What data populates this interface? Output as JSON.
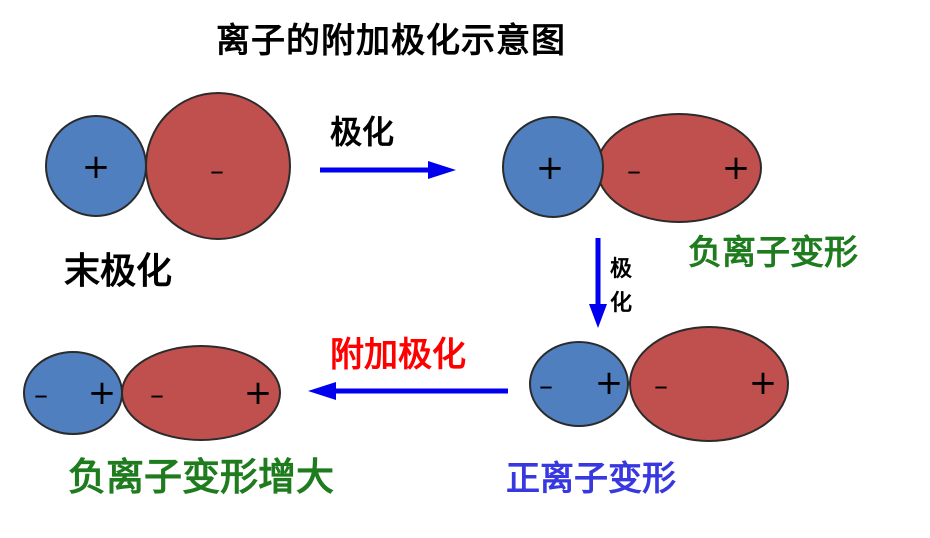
{
  "title": "离子的附加极化示意图",
  "labels": {
    "unpolarized": "末极化",
    "polarization_horizontal": "极化",
    "polarization_vertical": "极化",
    "anion_deformation": "负离子变形",
    "cation_deformation": "正离子变形",
    "additional_polarization": "附加极化",
    "anion_deformation_increased": "负离子变形增大"
  },
  "signs": {
    "plus": "+",
    "minus": "–"
  },
  "colors": {
    "cation_fill": "#4f7fbf",
    "anion_fill": "#c0504d",
    "outline": "#2b2b2b",
    "arrow": "#0000ee",
    "green_text": "#1e7b1e",
    "blue_text": "#3838e0",
    "red_text": "#ff0000"
  }
}
